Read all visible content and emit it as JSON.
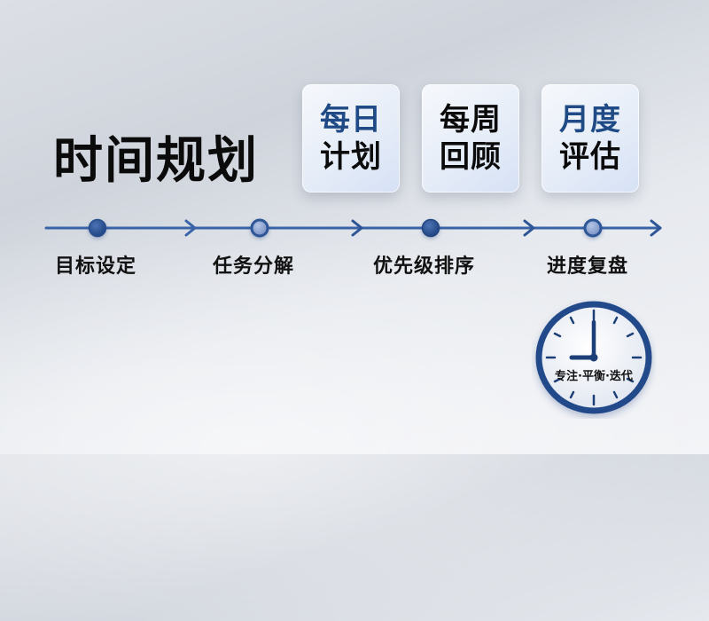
{
  "title": "时间规划",
  "cards": [
    {
      "line1": "每日",
      "line2": "计划",
      "line1_color": "#1f4a86"
    },
    {
      "line1": "每周",
      "line2": "回顾",
      "line1_color": "#0b0b0b"
    },
    {
      "line1": "月度",
      "line2": "评估",
      "line1_color": "#1f4a86"
    }
  ],
  "timeline": {
    "stages": [
      {
        "label": "目标设定"
      },
      {
        "label": "任务分解"
      },
      {
        "label": "优先级排序"
      },
      {
        "label": "进度复盘"
      }
    ],
    "line_color": "#3a63a8",
    "node_dark": "#2d5596",
    "node_light": "#8ea6d3"
  },
  "clock": {
    "caption": "专注·平衡·迭代",
    "time": "9:00",
    "rim_color": "#234a8a"
  }
}
